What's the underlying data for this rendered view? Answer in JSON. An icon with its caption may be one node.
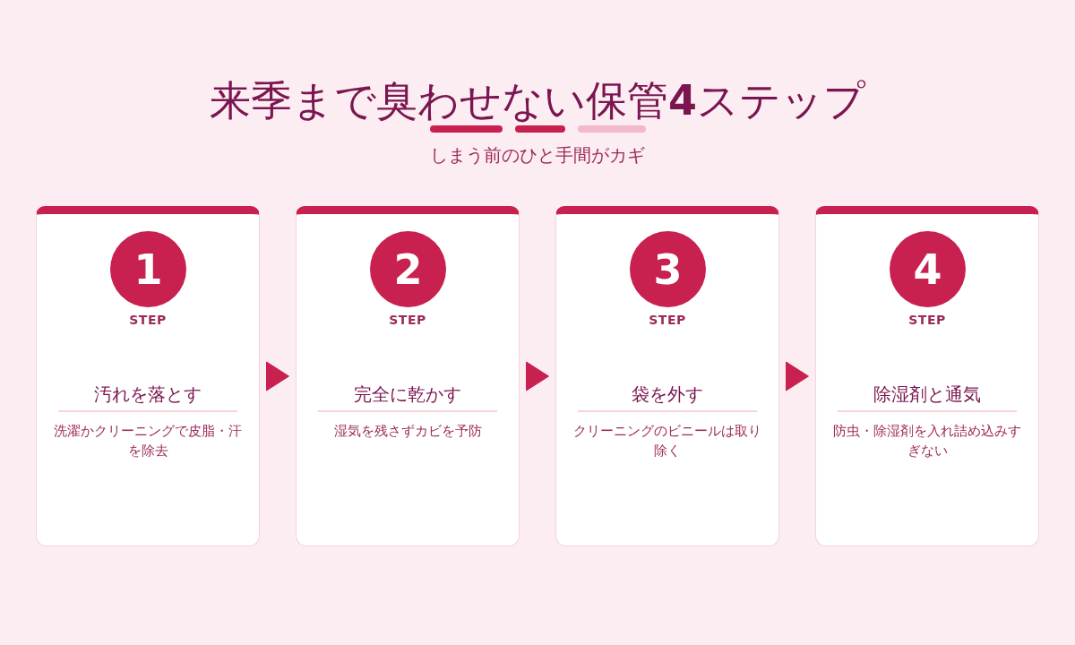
{
  "diagram": {
    "title": "来季まで臭わせない保管**4**ステップ",
    "caption": "しまう前のひと手間がカギ",
    "nodes": [
      {
        "text": [
          "汚れを落とす",
          "洗濯かクリーニングで皮脂・汗を除去"
        ]
      },
      {
        "text": [
          "1"
        ],
        "in": 0,
        "beside": [
          "STEP"
        ]
      },
      {
        "text": [
          "完全に乾かす",
          "湿気を残さずカビを予防"
        ]
      },
      {
        "text": [
          "2"
        ],
        "in": 2,
        "beside": [
          "STEP"
        ]
      },
      {
        "text": [
          "袋を外す",
          "クリーニングのビニールは取り除く"
        ]
      },
      {
        "text": [
          "3"
        ],
        "in": 4,
        "beside": [
          "STEP"
        ]
      },
      {
        "text": [
          "除湿剤と通気",
          "防虫・除湿剤を入れ詰め込みすぎない"
        ]
      },
      {
        "text": [
          "4"
        ],
        "in": 6,
        "beside": [
          "STEP"
        ]
      }
    ],
    "edges": [
      {
        "from": 0,
        "to": 2,
        "arrow": "to"
      },
      {
        "from": 2,
        "to": 4,
        "arrow": "to"
      },
      {
        "from": 4,
        "to": 6,
        "arrow": "to"
      }
    ]
  }
}
